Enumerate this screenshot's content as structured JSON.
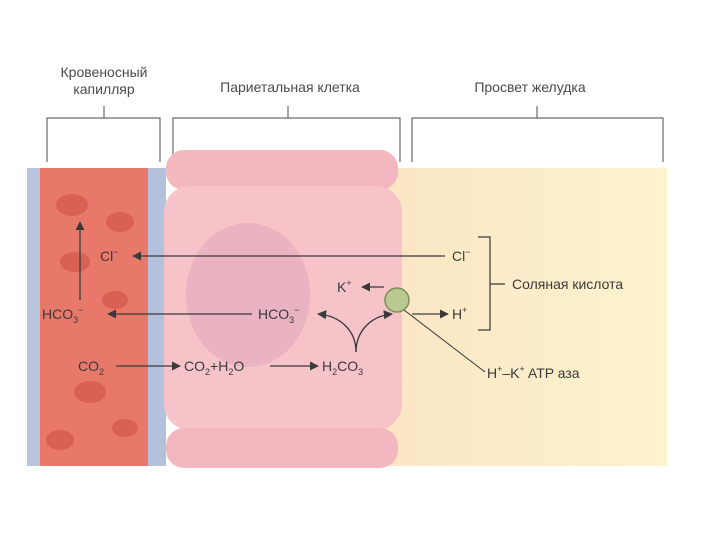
{
  "headers": {
    "capillary_line1": "Кровеносный",
    "capillary_line2": "капилляр",
    "parietal": "Париетальная клетка",
    "lumen": "Просвет желудка"
  },
  "molecules": {
    "cl_blood": "Cl",
    "cl_blood_sup": "−",
    "hco3_blood_main": "HCO",
    "hco3_blood_sub": "3",
    "hco3_blood_sup": "−",
    "co2_blood_main": "CO",
    "co2_blood_sub": "2",
    "hco3_cell_main": "HCO",
    "hco3_cell_sub": "3",
    "hco3_cell_sup": "−",
    "co2_cell_main": "CO",
    "co2_cell_sub": "2",
    "plus": "+",
    "h2o_h": "H",
    "h2o_sub": "2",
    "h2o_o": "O",
    "h2co3_h": "H",
    "h2co3_sub1": "2",
    "h2co3_co": "CO",
    "h2co3_sub2": "3",
    "k_cell": "K",
    "k_cell_sup": "+",
    "cl_lumen": "Cl",
    "cl_lumen_sup": "−",
    "h_lumen": "H",
    "h_lumen_sup": "+"
  },
  "labels": {
    "hcl": "Соляная кислота",
    "pump_h": "H",
    "pump_h_sup": "+",
    "pump_dash": "–K",
    "pump_k_sup": "+",
    "pump_rest": " ATP аза"
  },
  "colors": {
    "blood": "#e8786a",
    "cell": "#f6c3c8",
    "lumen": "#fdf0c6",
    "pump": "#b9c98f",
    "arrow": "#3a3a3a",
    "membrane": "#a9b9d6"
  }
}
